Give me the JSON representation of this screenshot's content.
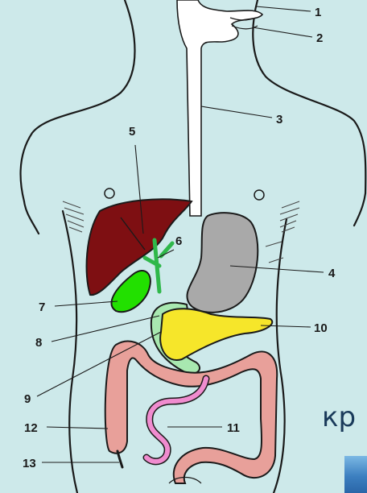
{
  "labels": [
    "1",
    "2",
    "3",
    "4",
    "5",
    "6",
    "7",
    "8",
    "9",
    "10",
    "11",
    "12",
    "13"
  ],
  "trailing_text": "кр",
  "colors": {
    "background": "#cde9ea",
    "liver": "#7e0f12",
    "stomach": "#a9a9a9",
    "gallbladder": "#22e000",
    "duodenum": "#a8e8b0",
    "pancreas": "#f6e62a",
    "colon": "#e8a09a",
    "small_intestine": "#f08ccf",
    "outline": "#1a1a1a"
  },
  "icons": [
    "human-torso-outline-icon"
  ]
}
